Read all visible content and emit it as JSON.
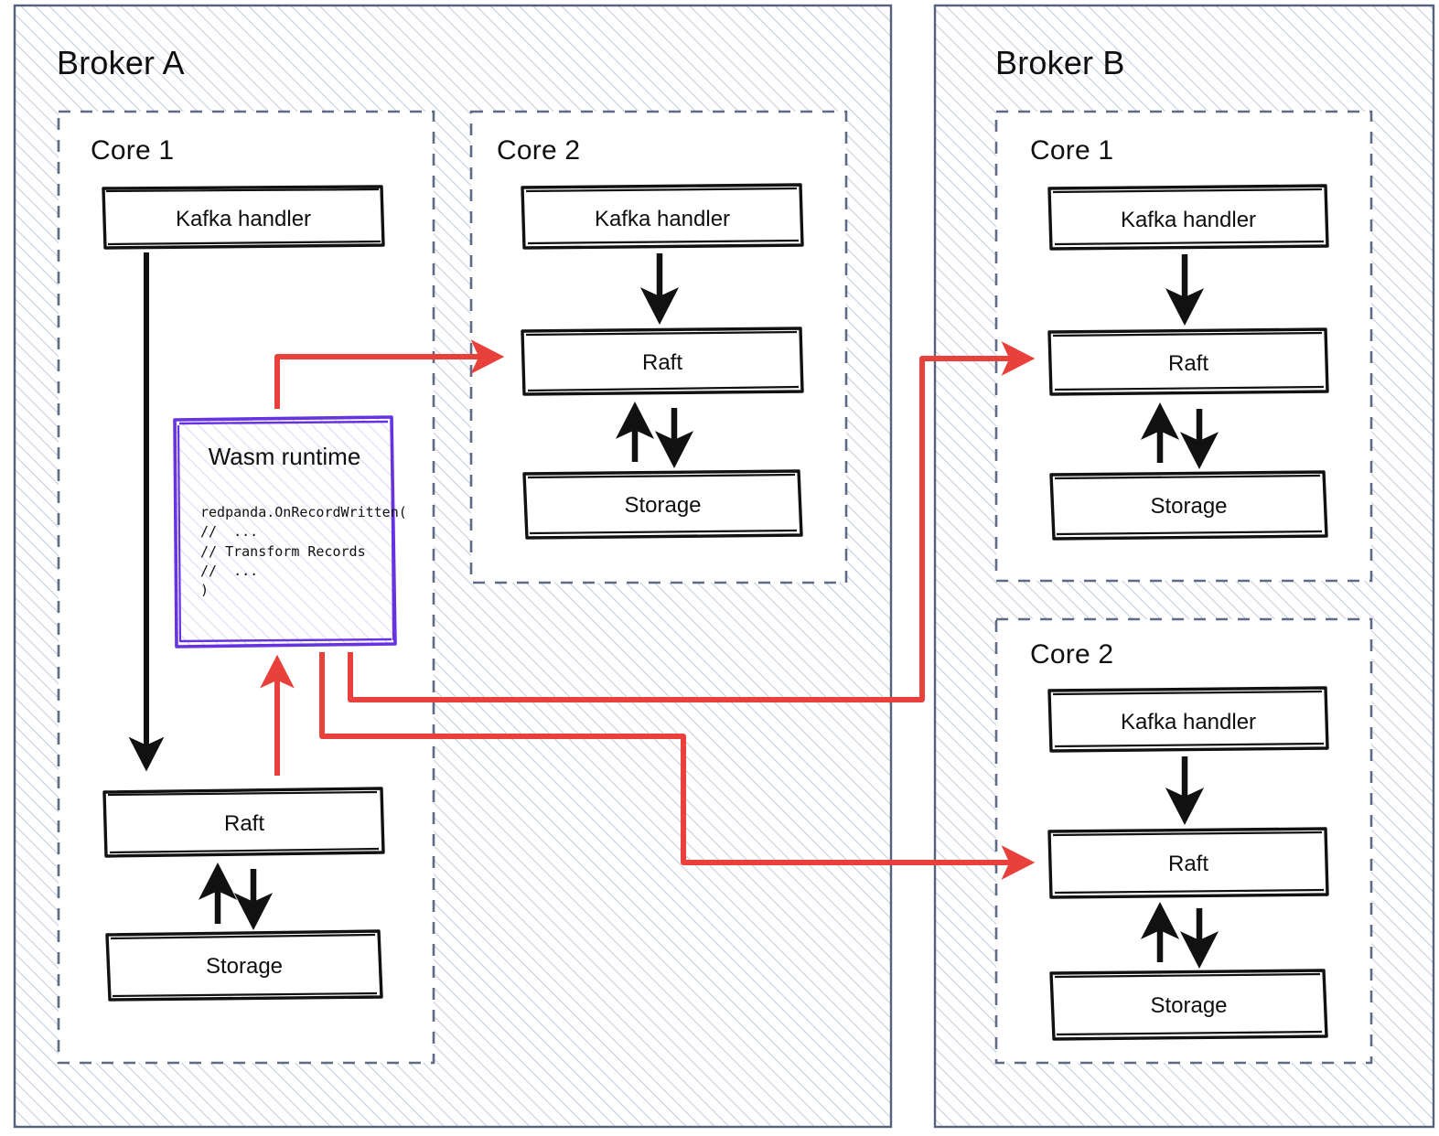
{
  "diagram": {
    "title": "Redpanda Wasm data transform across brokers and cores",
    "colors": {
      "red_arrow": "#e8413c",
      "wasm_border": "#6633e0",
      "dashed_border": "#5f6b85",
      "container_border": "#56627c",
      "hatch": "#c3ccdd",
      "box_stroke": "#111111",
      "text": "#0f0f0f"
    },
    "brokers": [
      {
        "id": "broker-a",
        "label": "Broker A",
        "cores": [
          {
            "id": "broker-a-core-1",
            "label": "Core 1",
            "blocks": [
              {
                "id": "a1-kafka",
                "label": "Kafka handler"
              },
              {
                "id": "a1-wasm",
                "label": "Wasm runtime",
                "code": "redpanda.OnRecordWritten(\n//  ...\n// Transform Records\n//  ...\n)"
              },
              {
                "id": "a1-raft",
                "label": "Raft"
              },
              {
                "id": "a1-storage",
                "label": "Storage"
              }
            ]
          },
          {
            "id": "broker-a-core-2",
            "label": "Core 2",
            "blocks": [
              {
                "id": "a2-kafka",
                "label": "Kafka handler"
              },
              {
                "id": "a2-raft",
                "label": "Raft"
              },
              {
                "id": "a2-storage",
                "label": "Storage"
              }
            ]
          }
        ]
      },
      {
        "id": "broker-b",
        "label": "Broker B",
        "cores": [
          {
            "id": "broker-b-core-1",
            "label": "Core 1",
            "blocks": [
              {
                "id": "b1-kafka",
                "label": "Kafka handler"
              },
              {
                "id": "b1-raft",
                "label": "Raft"
              },
              {
                "id": "b1-storage",
                "label": "Storage"
              }
            ]
          },
          {
            "id": "broker-b-core-2",
            "label": "Core 2",
            "blocks": [
              {
                "id": "b2-kafka",
                "label": "Kafka handler"
              },
              {
                "id": "b2-raft",
                "label": "Raft"
              },
              {
                "id": "b2-storage",
                "label": "Storage"
              }
            ]
          }
        ]
      }
    ],
    "connections": [
      {
        "id": "conn-a1-kafka-to-raft",
        "from": "a1-kafka",
        "to": "a1-raft",
        "color": "black",
        "kind": "arrow-down"
      },
      {
        "id": "conn-a1-raft-storage",
        "from": "a1-raft",
        "to": "a1-storage",
        "color": "black",
        "kind": "bidirectional"
      },
      {
        "id": "conn-a1-raft-to-wasm",
        "from": "a1-raft",
        "to": "a1-wasm",
        "color": "red",
        "kind": "arrow-up"
      },
      {
        "id": "conn-a1-wasm-to-a2-raft",
        "from": "a1-wasm",
        "to": "a2-raft",
        "color": "red",
        "kind": "elbow"
      },
      {
        "id": "conn-a1-wasm-to-b1-raft",
        "from": "a1-wasm",
        "to": "b1-raft",
        "color": "red",
        "kind": "elbow"
      },
      {
        "id": "conn-a1-wasm-to-b2-raft",
        "from": "a1-wasm",
        "to": "b2-raft",
        "color": "red",
        "kind": "elbow"
      },
      {
        "id": "conn-a2-kafka-to-raft",
        "from": "a2-kafka",
        "to": "a2-raft",
        "color": "black",
        "kind": "arrow-down"
      },
      {
        "id": "conn-a2-raft-storage",
        "from": "a2-raft",
        "to": "a2-storage",
        "color": "black",
        "kind": "bidirectional"
      },
      {
        "id": "conn-b1-kafka-to-raft",
        "from": "b1-kafka",
        "to": "b1-raft",
        "color": "black",
        "kind": "arrow-down"
      },
      {
        "id": "conn-b1-raft-storage",
        "from": "b1-raft",
        "to": "b1-storage",
        "color": "black",
        "kind": "bidirectional"
      },
      {
        "id": "conn-b2-kafka-to-raft",
        "from": "b2-kafka",
        "to": "b2-raft",
        "color": "black",
        "kind": "arrow-down"
      },
      {
        "id": "conn-b2-raft-storage",
        "from": "b2-raft",
        "to": "b2-storage",
        "color": "black",
        "kind": "bidirectional"
      }
    ]
  }
}
